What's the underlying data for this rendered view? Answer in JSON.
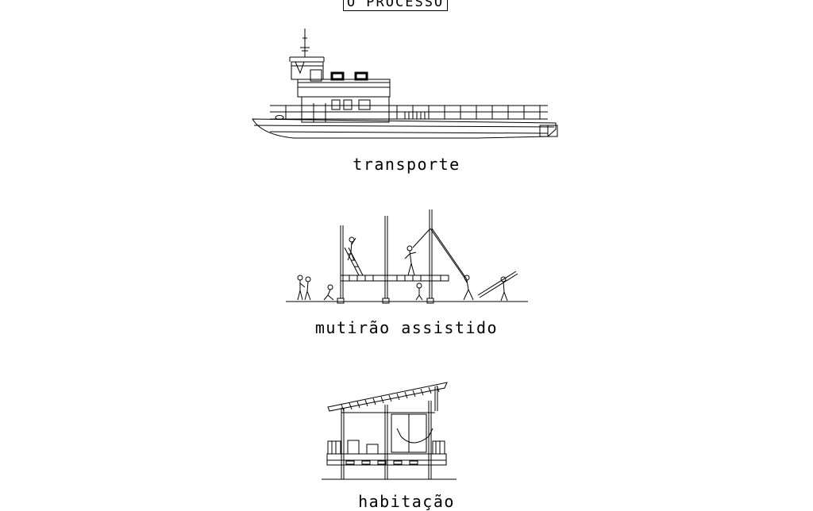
{
  "header": {
    "title": "O PROCESSO"
  },
  "stages": [
    {
      "label": "transporte",
      "drawing": "boat-elevation"
    },
    {
      "label": "mutirão assistido",
      "drawing": "construction-scene"
    },
    {
      "label": "habitação",
      "drawing": "house-section"
    }
  ],
  "colors": {
    "line": "#000000",
    "background": "#ffffff"
  }
}
